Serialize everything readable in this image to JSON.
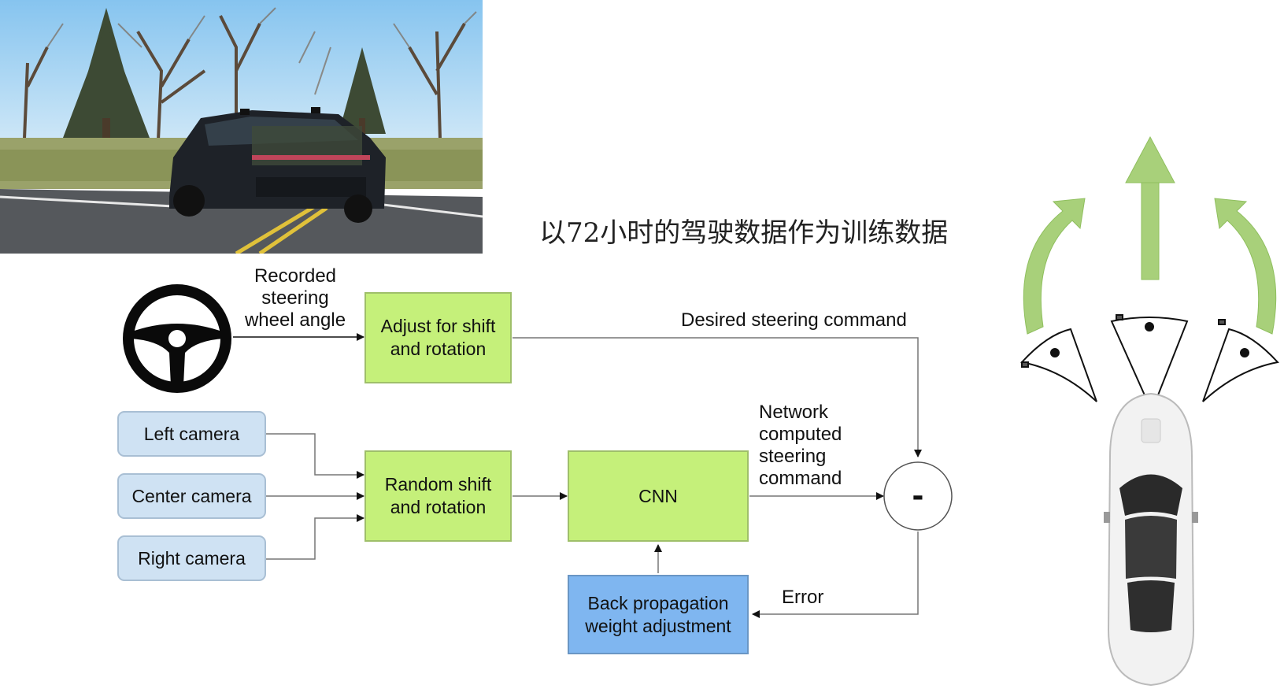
{
  "heading": "以72小时的驾驶数据作为训练数据",
  "diagram": {
    "recorded_label": [
      "Recorded",
      "steering",
      "wheel angle"
    ],
    "adjust_box": [
      "Adjust for shift",
      "and rotation"
    ],
    "desired_label": "Desired steering command",
    "cameras": [
      "Left camera",
      "Center camera",
      "Right camera"
    ],
    "random_box": [
      "Random shift",
      "and rotation"
    ],
    "cnn_box": "CNN",
    "network_label": [
      "Network",
      "computed",
      "steering",
      "command"
    ],
    "subtract_symbol": "-",
    "error_label": "Error",
    "backprop_box": [
      "Back propagation",
      "weight adjustment"
    ]
  },
  "colors": {
    "processing_box": "#c5f07a",
    "camera_box": "#cfe2f3",
    "backprop_box": "#7fb6f0",
    "arrow_green": "#a8d07a"
  },
  "icons": [
    "steering-wheel-icon",
    "car-top-view-icon",
    "camera-view-cone-icon",
    "direction-arrow-icon"
  ]
}
